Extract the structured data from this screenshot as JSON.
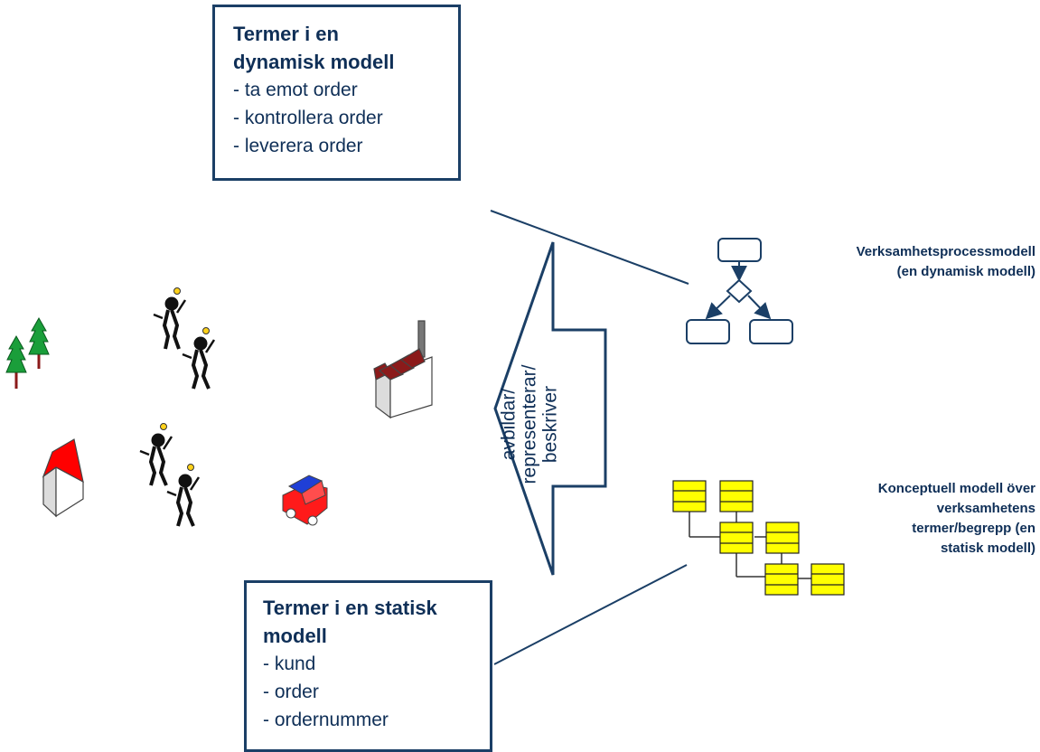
{
  "dynamic_terms": {
    "title_line1": "Termer i en",
    "title_line2": "dynamisk modell",
    "items": [
      "- ta emot order",
      "- kontrollera order",
      "- leverera order"
    ]
  },
  "static_terms": {
    "title_line1": "Termer i en statisk",
    "title_line2": "modell",
    "items": [
      "- kund",
      "- order",
      "- ordernummer"
    ]
  },
  "arrow_label": {
    "line1": "avbildar/",
    "line2": "representerar/",
    "line3": "beskriver"
  },
  "process_model_caption": {
    "line1": "Verksamhetsprocessmodell",
    "line2": "(en dynamisk modell)"
  },
  "concept_model_caption": {
    "line1": "Konceptuell modell över",
    "line2": "verksamhetens",
    "line3": "termer/begrepp (en",
    "line4": "statisk modell)"
  },
  "colors": {
    "navy": "#1b3f66",
    "entity_yellow": "#ffff00",
    "house_roof": "#ff0000",
    "factory_roof": "#8b1a1a",
    "tree_green": "#1a9e3a",
    "car_red": "#ff1a1a",
    "car_blue": "#1f3fd6"
  }
}
